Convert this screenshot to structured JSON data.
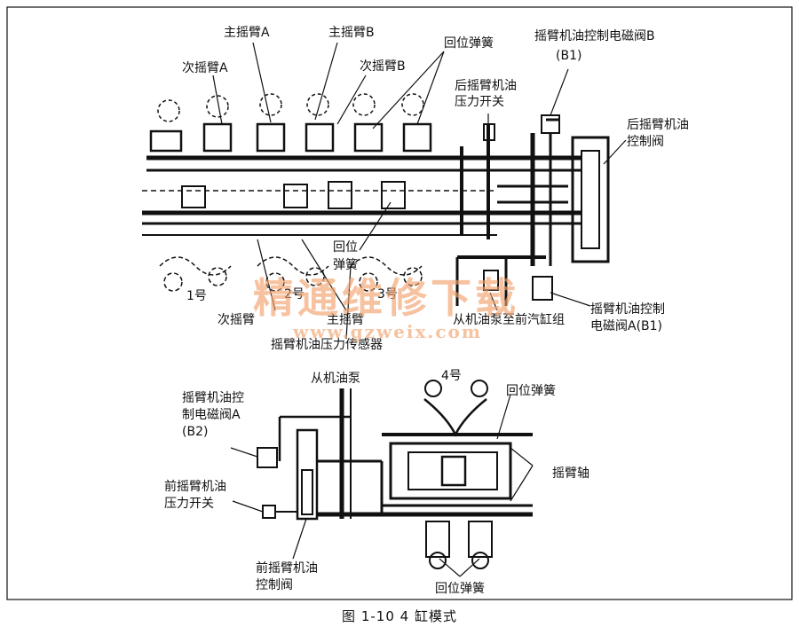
{
  "labels": {
    "main_arm_a": "主摇臂A",
    "main_arm_b": "主摇臂B",
    "return_spring_top": "回位弹簧",
    "solenoid_b_title": "摇臂机油控制电磁阀B",
    "solenoid_b_code": "(B1)",
    "sub_arm_a": "次摇臂A",
    "sub_arm_b": "次摇臂B",
    "rear_pressure_switch_1": "后摇臂机油",
    "rear_pressure_switch_2": "压力开关",
    "rear_control_valve_1": "后摇臂机油",
    "rear_control_valve_2": "控制阀",
    "return_spring_mid_1": "回位",
    "return_spring_mid_2": "弹簧",
    "cyl1": "1号",
    "cyl2": "2号",
    "cyl3": "3号",
    "sub_arm": "次摇臂",
    "main_arm": "主摇臂",
    "from_pump_front": "从机油泵至前汽缸组",
    "solenoid_a_b1_1": "摇臂机油控制",
    "solenoid_a_b1_2": "电磁阀A(B1)",
    "pressure_sensor": "摇臂机油压力传感器",
    "from_pump": "从机油泵",
    "cyl4": "4号",
    "solenoid_a_b2_1": "摇臂机油控",
    "solenoid_a_b2_2": "制电磁阀A",
    "solenoid_a_b2_3": "(B2)",
    "return_spring_right": "回位弹簧",
    "rocker_shaft": "摇臂轴",
    "front_pressure_switch_1": "前摇臂机油",
    "front_pressure_switch_2": "压力开关",
    "front_control_valve_1": "前摇臂机油",
    "front_control_valve_2": "控制阀",
    "return_spring_bottom": "回位弹簧"
  },
  "watermark": {
    "main": "精通维修下载",
    "url": "www.gzweix.com"
  },
  "caption": "图 1-10    4 缸模式",
  "colors": {
    "ink": "#111111",
    "watermark": "#f2a36e"
  }
}
